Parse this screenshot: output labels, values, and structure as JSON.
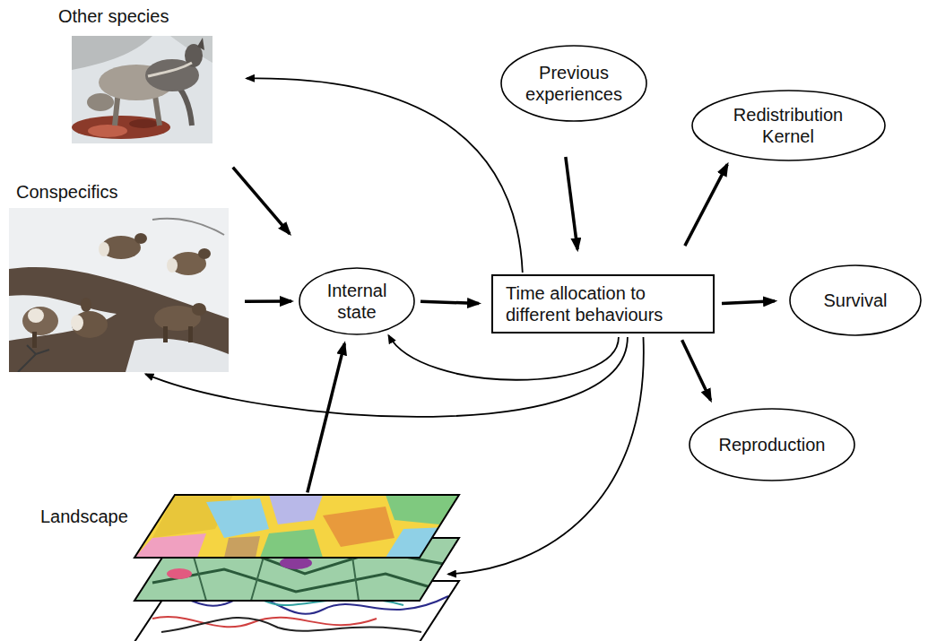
{
  "diagram": {
    "nodes": [
      {
        "text": [
          "Other species"
        ]
      },
      {
        "text": [
          "Previous experiences"
        ]
      },
      {
        "text": [
          "Redistribution Kernel"
        ]
      },
      {
        "text": [
          "Conspecifics"
        ]
      },
      {
        "text": [
          "Internal state"
        ]
      },
      {
        "text": [
          "Time allocation to different behaviours"
        ]
      },
      {
        "text": [
          "Survival"
        ]
      },
      {
        "text": [
          "Reproduction"
        ]
      },
      {
        "text": [
          "Landscape"
        ]
      }
    ],
    "edges": [
      {
        "from": 0,
        "to": 4,
        "arrow": "to"
      },
      {
        "from": 3,
        "to": 4,
        "arrow": "to"
      },
      {
        "from": 8,
        "to": 4,
        "arrow": "to"
      },
      {
        "from": 4,
        "to": 5,
        "arrow": "to"
      },
      {
        "from": 1,
        "to": 5,
        "arrow": "to"
      },
      {
        "from": 5,
        "to": 2,
        "arrow": "to"
      },
      {
        "from": 5,
        "to": 6,
        "arrow": "to"
      },
      {
        "from": 5,
        "to": 7,
        "arrow": "to"
      },
      {
        "from": 5,
        "to": 0,
        "arrow": "to"
      },
      {
        "from": 5,
        "to": 4,
        "arrow": "to"
      },
      {
        "from": 5,
        "to": 3,
        "arrow": "to"
      },
      {
        "from": 5,
        "to": 8,
        "arrow": "to"
      }
    ]
  }
}
